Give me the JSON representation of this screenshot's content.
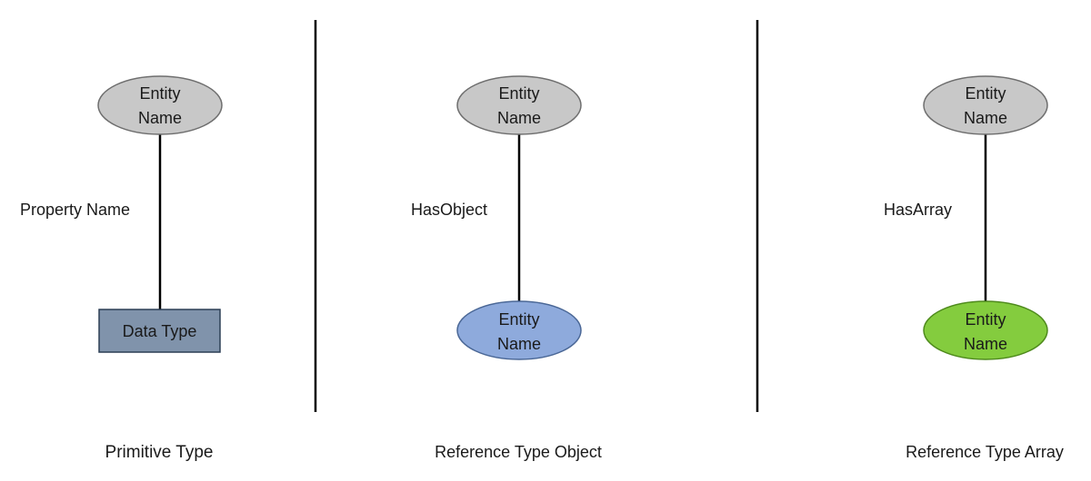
{
  "colors": {
    "entity_fill": "#c8c8c8",
    "entity_stroke": "#6e6e6e",
    "object_fill": "#8eaadc",
    "object_stroke": "#4a6796",
    "array_fill": "#84cc3e",
    "array_stroke": "#4e8a1c",
    "datatype_fill": "#8093ab",
    "datatype_stroke": "#2c3e55",
    "line": "#000000"
  },
  "panels": [
    {
      "source": {
        "line1": "Entity",
        "line2": "Name"
      },
      "edge_label": "Property Name",
      "target": {
        "label": "Data Type"
      },
      "caption": "Primitive Type"
    },
    {
      "source": {
        "line1": "Entity",
        "line2": "Name"
      },
      "edge_label": "HasObject",
      "target": {
        "line1": "Entity",
        "line2": "Name"
      },
      "caption": "Reference Type Object"
    },
    {
      "source": {
        "line1": "Entity",
        "line2": "Name"
      },
      "edge_label": "HasArray",
      "target": {
        "line1": "Entity",
        "line2": "Name"
      },
      "caption": "Reference Type Array"
    }
  ]
}
